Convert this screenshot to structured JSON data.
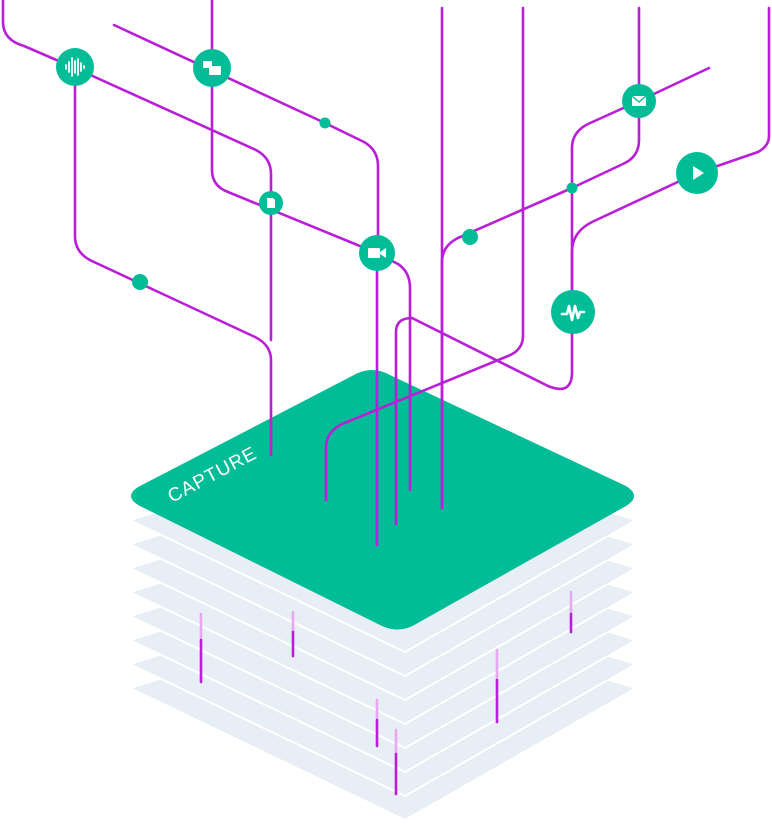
{
  "colors": {
    "accent": "#00BC97",
    "wire": "#B91FD6",
    "wire_light": "#E7A7F2",
    "layer_fill": "#E8EEF5",
    "layer_edge": "#FFFFFF",
    "icon_glyph": "#FFFFFF"
  },
  "stack": {
    "top_label": "CAPTURE",
    "layer_count": 9
  },
  "nodes": [
    {
      "name": "audio-waveform-icon",
      "icon": "audio-waveform"
    },
    {
      "name": "chat-bubbles-icon",
      "icon": "chat-bubbles"
    },
    {
      "name": "document-icon",
      "icon": "document"
    },
    {
      "name": "video-camera-icon",
      "icon": "video-camera"
    },
    {
      "name": "email-icon",
      "icon": "envelope"
    },
    {
      "name": "play-icon",
      "icon": "play"
    },
    {
      "name": "signal-wave-icon",
      "icon": "signal-wave"
    }
  ]
}
